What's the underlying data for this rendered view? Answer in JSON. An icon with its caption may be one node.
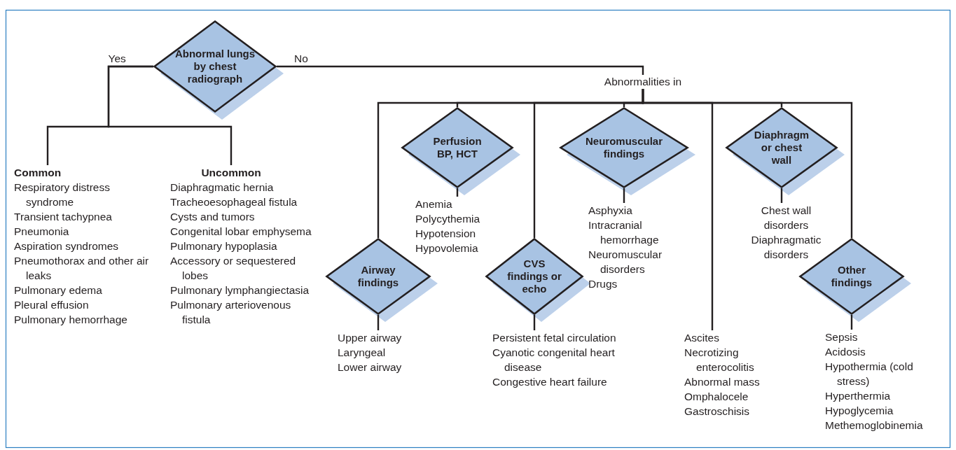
{
  "diagram": {
    "nodes": [
      {
        "text": [
          "Abnormal lungs by chest radiograph"
        ]
      },
      {
        "text": [
          "Common",
          "Respiratory distress syndrome",
          "Transient tachypnea",
          "Pneumonia",
          "Aspiration syndromes",
          "Pneumothorax and other air leaks",
          "Pulmonary edema",
          "Pleural effusion",
          "Pulmonary hemorrhage"
        ]
      },
      {
        "text": [
          "Uncommon",
          "Diaphragmatic hernia",
          "Tracheoesophageal fistula",
          "Cysts and tumors",
          "Congenital lobar emphysema",
          "Pulmonary hypoplasia",
          "Accessory or sequestered lobes",
          "Pulmonary lymphangiectasia",
          "Pulmonary arteriovenous fistula"
        ]
      },
      {
        "text": [
          "Abnormalities in"
        ]
      },
      {
        "text": [
          "Airway findings"
        ]
      },
      {
        "text": [
          "Upper airway",
          "Laryngeal",
          "Lower airway"
        ]
      },
      {
        "text": [
          "Perfusion BP, HCT"
        ]
      },
      {
        "text": [
          "Anemia",
          "Polycythemia",
          "Hypotension",
          "Hypovolemia"
        ]
      },
      {
        "text": [
          "CVS findings or echo"
        ]
      },
      {
        "text": [
          "Persistent fetal circulation",
          "Cyanotic congenital heart disease",
          "Congestive heart failure"
        ]
      },
      {
        "text": [
          "Neuromuscular findings"
        ]
      },
      {
        "text": [
          "Asphyxia",
          "Intracranial hemorrhage",
          "Neuromuscular disorders",
          "Drugs"
        ]
      },
      {
        "text": [
          "Ascites",
          "Necrotizing enterocolitis",
          "Abnormal mass",
          "Omphalocele",
          "Gastroschisis"
        ]
      },
      {
        "text": [
          "Diaphragm or chest wall"
        ]
      },
      {
        "text": [
          "Chest wall disorders",
          "Diaphragmatic disorders"
        ]
      },
      {
        "text": [
          "Other findings"
        ]
      },
      {
        "text": [
          "Sepsis",
          "Acidosis",
          "Hypothermia (cold stress)",
          "Hyperthermia",
          "Hypoglycemia",
          "Methemoglobinemia"
        ]
      }
    ],
    "edges": [
      {
        "from": 0,
        "to": 1,
        "arrow": "none",
        "label": "Yes"
      },
      {
        "from": 0,
        "to": 2,
        "arrow": "none"
      },
      {
        "from": 0,
        "to": 3,
        "arrow": "none",
        "label": "No"
      },
      {
        "from": 3,
        "to": 4,
        "arrow": "none"
      },
      {
        "from": 3,
        "to": 6,
        "arrow": "none"
      },
      {
        "from": 3,
        "to": 8,
        "arrow": "none"
      },
      {
        "from": 3,
        "to": 10,
        "arrow": "none"
      },
      {
        "from": 3,
        "to": 12,
        "arrow": "none"
      },
      {
        "from": 3,
        "to": 13,
        "arrow": "none"
      },
      {
        "from": 3,
        "to": 15,
        "arrow": "none"
      },
      {
        "from": 4,
        "to": 5,
        "arrow": "none"
      },
      {
        "from": 6,
        "to": 7,
        "arrow": "none"
      },
      {
        "from": 8,
        "to": 9,
        "arrow": "none"
      },
      {
        "from": 10,
        "to": 11,
        "arrow": "none"
      },
      {
        "from": 13,
        "to": 14,
        "arrow": "none"
      },
      {
        "from": 15,
        "to": 16,
        "arrow": "none"
      }
    ]
  }
}
